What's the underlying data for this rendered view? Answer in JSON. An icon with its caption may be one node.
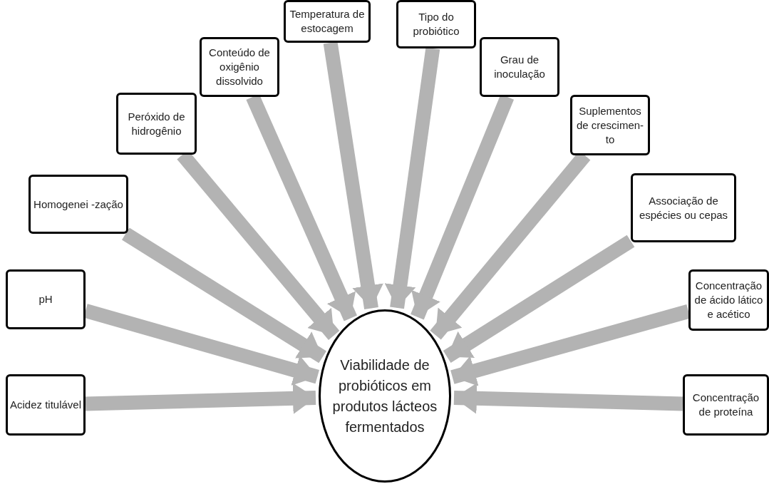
{
  "diagram": {
    "nodes": [
      {
        "text": [
          "Acidez titulável"
        ]
      },
      {
        "text": [
          "pH"
        ]
      },
      {
        "text": [
          "Homogenei -zação"
        ]
      },
      {
        "text": [
          "Peróxido de hidrogênio"
        ]
      },
      {
        "text": [
          "Conteúdo de oxigênio dissolvido"
        ]
      },
      {
        "text": [
          "Temperatura de estocagem"
        ]
      },
      {
        "text": [
          "Tipo do probiótico"
        ]
      },
      {
        "text": [
          "Grau de inoculação"
        ]
      },
      {
        "text": [
          "Suplementos de crescimen- to"
        ]
      },
      {
        "text": [
          "Associação de espécies ou cepas"
        ]
      },
      {
        "text": [
          "Concentração de ácido lático e acético"
        ]
      },
      {
        "text": [
          "Concentração de proteína"
        ]
      },
      {
        "text": [
          "Viabilidade de probióticos em produtos lácteos fermentados"
        ]
      }
    ],
    "edges": [
      {
        "from": 0,
        "to": 12,
        "arrow": "to"
      },
      {
        "from": 1,
        "to": 12,
        "arrow": "to"
      },
      {
        "from": 2,
        "to": 12,
        "arrow": "to"
      },
      {
        "from": 3,
        "to": 12,
        "arrow": "to"
      },
      {
        "from": 4,
        "to": 12,
        "arrow": "to"
      },
      {
        "from": 5,
        "to": 12,
        "arrow": "to"
      },
      {
        "from": 6,
        "to": 12,
        "arrow": "to"
      },
      {
        "from": 7,
        "to": 12,
        "arrow": "to"
      },
      {
        "from": 8,
        "to": 12,
        "arrow": "to"
      },
      {
        "from": 9,
        "to": 12,
        "arrow": "to"
      },
      {
        "from": 10,
        "to": 12,
        "arrow": "to"
      },
      {
        "from": 11,
        "to": 12,
        "arrow": "to"
      }
    ]
  }
}
